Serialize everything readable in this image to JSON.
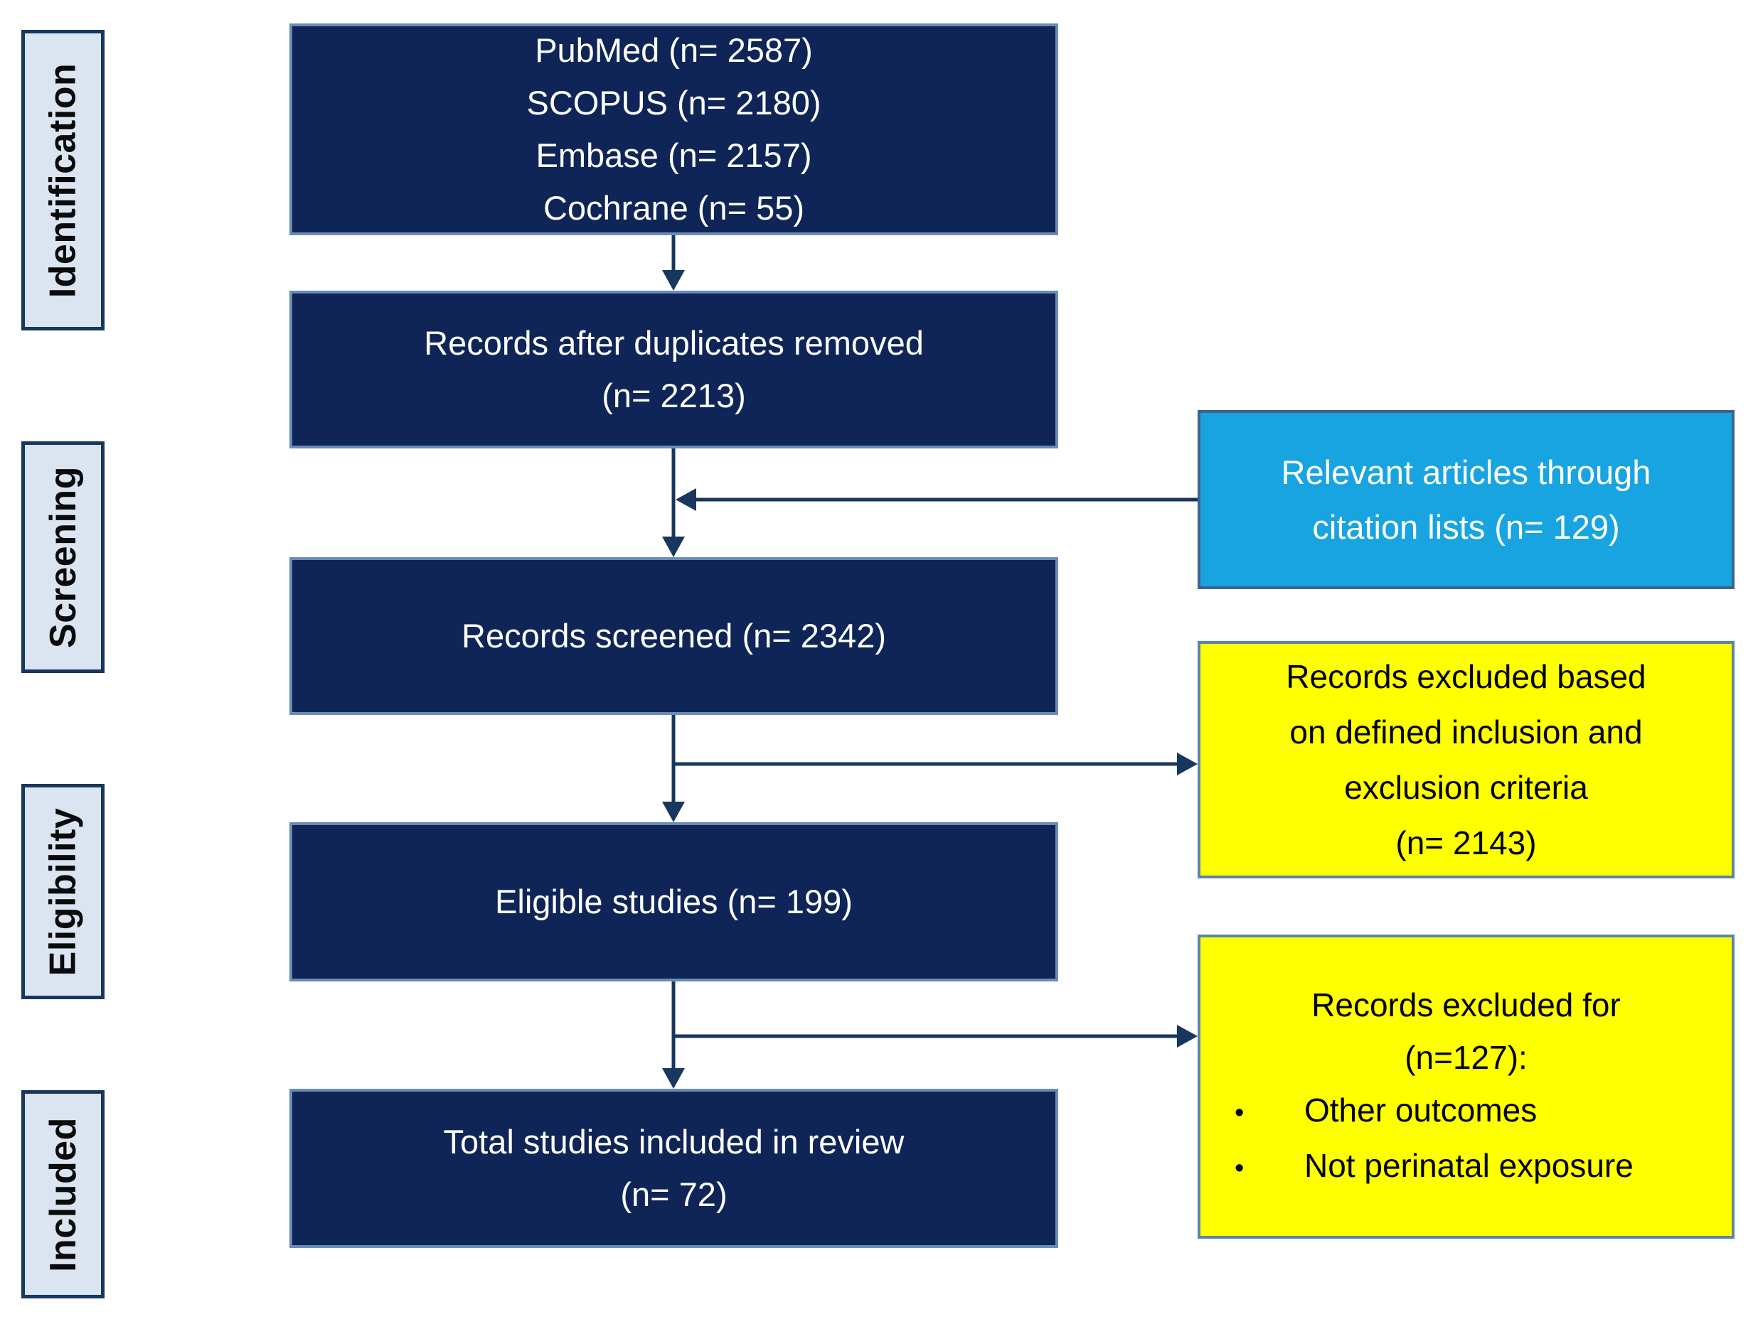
{
  "title": "PRISMA study selection flow diagram",
  "colors": {
    "navy_fill": "#0f2557",
    "navy_border": "#6b8cb5",
    "label_fill": "#dbe5f1",
    "label_border": "#17375e",
    "cyan_fill": "#18a4e0",
    "cyan_border": "#3d6390",
    "yellow_fill": "#feff00",
    "yellow_border": "#5c84ad",
    "arrow": "#17375e",
    "text_light": "#ffffff",
    "text_dark": "#000000"
  },
  "stages": {
    "identification": "Identification",
    "screening": "Screening",
    "eligibility": "Eligibility",
    "included": "Included"
  },
  "main": {
    "sources": {
      "lines": [
        "PubMed (n= 2587)",
        "SCOPUS (n= 2180)",
        "Embase (n= 2157)",
        "Cochrane (n= 55)"
      ]
    },
    "duplicates": {
      "lines": [
        "Records after duplicates removed",
        "(n= 2213)"
      ]
    },
    "screened": {
      "line": "Records screened (n= 2342)"
    },
    "eligible": {
      "line": "Eligible studies (n= 199)"
    },
    "total": {
      "lines": [
        "Total studies included in review",
        "(n= 72)"
      ]
    }
  },
  "side": {
    "citation": {
      "lines": [
        "Relevant articles through",
        "citation lists (n= 129)"
      ]
    },
    "excluded_criteria": {
      "lines": [
        "Records excluded based",
        "on defined inclusion and",
        "exclusion criteria",
        "(n= 2143)"
      ]
    },
    "excluded_reasons": {
      "heading_lines": [
        "Records excluded for",
        "(n=127):"
      ],
      "bullet_char": "•",
      "bullets": [
        "Other outcomes",
        "Not perinatal exposure"
      ]
    }
  }
}
